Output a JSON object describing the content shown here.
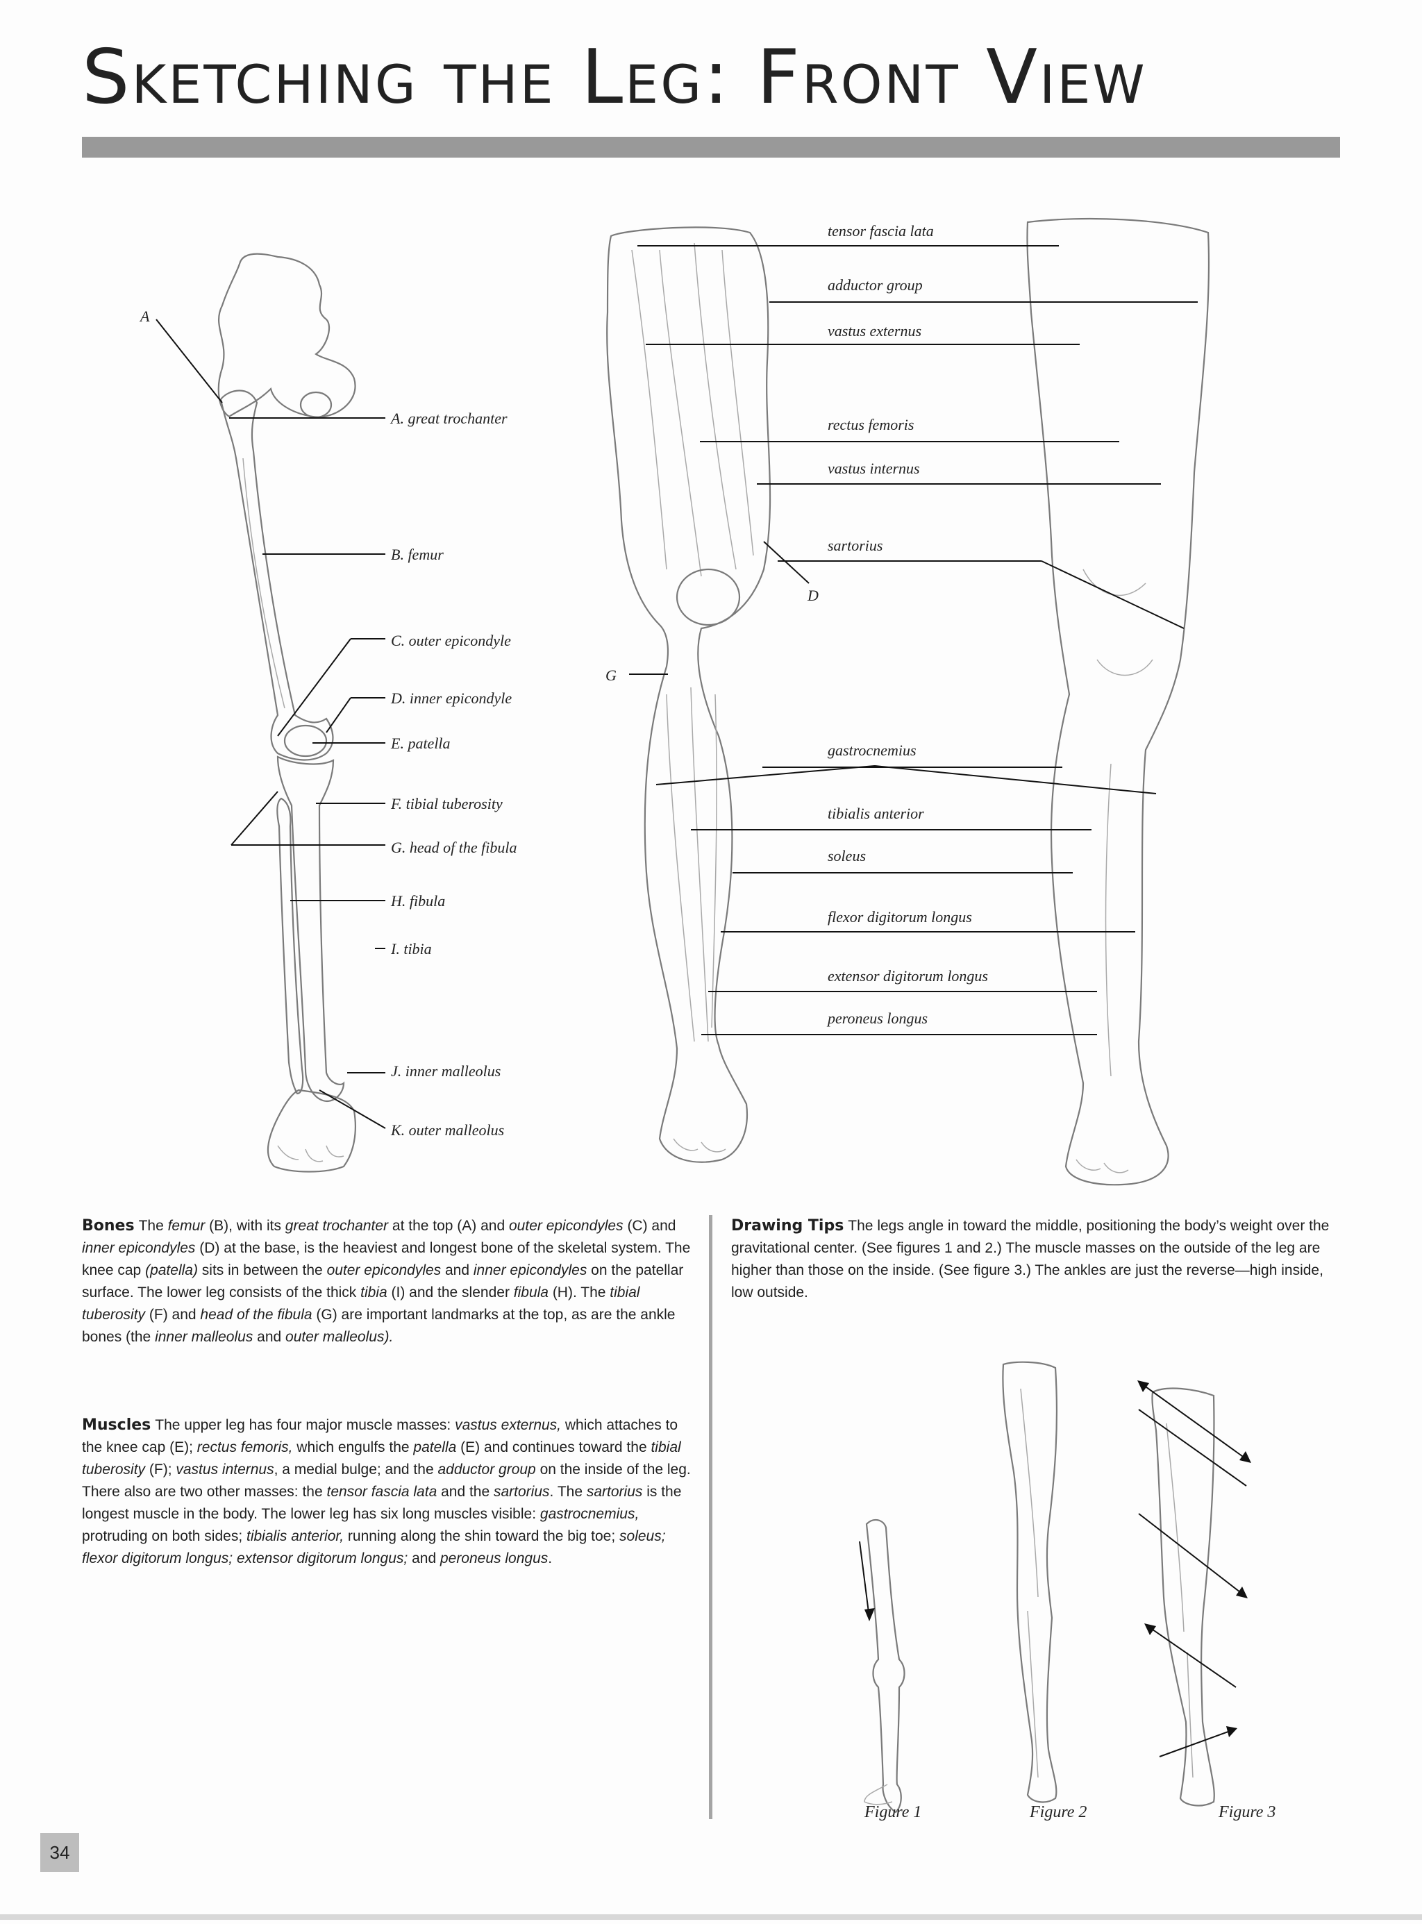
{
  "title": "Sketching the Leg: Front View",
  "bone_labels": {
    "marker_a": "A",
    "great_trochanter": "A. great trochanter",
    "femur": "B. femur",
    "outer_epicondyle": "C. outer epicondyle",
    "inner_epicondyle": "D. inner epicondyle",
    "patella": "E. patella",
    "tibial_tuberosity": "F. tibial tuberosity",
    "head_fibula": "G. head of the fibula",
    "fibula": "H. fibula",
    "tibia": "I. tibia",
    "inner_malleolus": "J. inner malleolus",
    "outer_malleolus": "K. outer malleolus"
  },
  "muscle_labels": {
    "marker_g": "G",
    "marker_d": "D",
    "tensor": "tensor fascia lata",
    "adductor": "adductor group",
    "vastus_ext": "vastus externus",
    "rectus": "rectus femoris",
    "vastus_int": "vastus internus",
    "sartorius": "sartorius",
    "gastrocnemius": "gastrocnemius",
    "tibialis": "tibialis anterior",
    "soleus": "soleus",
    "flexor": "flexor digitorum longus",
    "extensor": "extensor digitorum longus",
    "peroneus": "peroneus longus"
  },
  "bones_text": {
    "heading": "Bones",
    "p1": "The ",
    "p2": "femur",
    "p3": " (B), with its ",
    "p4": "great trochanter",
    "p5": " at the top (A) and ",
    "p6": "outer epicondyles",
    "p7": " (C) and ",
    "p8": "inner epicondyles",
    "p9": " (D) at the base, is the heaviest and longest bone of the skeletal system. The knee cap ",
    "p10": "(patella)",
    "p11": " sits in between the ",
    "p12": "outer epicondyles",
    "p13": " and ",
    "p14": "inner epicondyles",
    "p15": " on the patellar surface. The lower leg consists of the thick ",
    "p16": "tibia",
    "p17": " (I) and the slender ",
    "p18": "fibula",
    "p19": " (H). The ",
    "p20": "tibial tuberosity",
    "p21": " (F) and ",
    "p22": "head of the fibula",
    "p23": " (G) are important landmarks at the top, as are the ankle bones (the ",
    "p24": "inner malleolus",
    "p25": " and ",
    "p26": "outer malleolus).",
    "p27": ""
  },
  "muscles_text": {
    "heading": "Muscles",
    "p1": "The upper leg has four major muscle masses: ",
    "p2": "vastus externus,",
    "p3": " which attaches to the knee cap (E); ",
    "p4": "rectus femoris,",
    "p5": " which engulfs the ",
    "p6": "patella",
    "p7": " (E) and continues toward the ",
    "p8": "tibial tuberosity",
    "p9": " (F); ",
    "p10": "vastus internus",
    "p11": ", a medial bulge; and the ",
    "p12": "adductor group",
    "p13": " on the inside of the leg. There also are two other masses: the ",
    "p14": "tensor fascia lata",
    "p15": " and the ",
    "p16": "sartorius",
    "p17": ". The ",
    "p18": "sartorius",
    "p19": " is the longest muscle in the body. The lower leg has six long muscles visible: ",
    "p20": "gastrocnemius,",
    "p21": " protruding on both sides; ",
    "p22": "tibialis anterior,",
    "p23": " running along the shin toward the big toe; ",
    "p24": "soleus; flexor digitorum longus; extensor digitorum longus;",
    "p25": " and ",
    "p26": "peroneus longus",
    "p27": "."
  },
  "tips_text": {
    "heading": "Drawing Tips",
    "body": "The legs angle in toward the middle, positioning the body’s weight over the gravitational center. (See figures 1 and 2.) The muscle masses on the outside of the leg are higher than those on the inside. (See figure 3.) The ankles are just the reverse—high inside, low outside."
  },
  "figure_captions": {
    "fig1": "Figure 1",
    "fig2": "Figure 2",
    "fig3": "Figure 3"
  },
  "page_number": "34"
}
